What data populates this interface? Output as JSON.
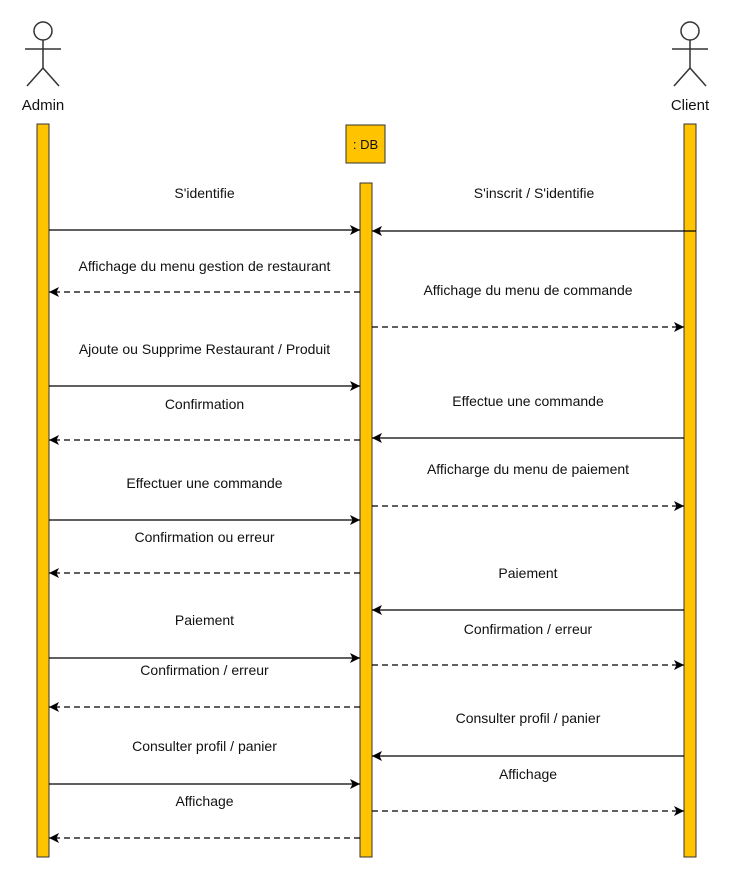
{
  "actors": {
    "admin": "Admin",
    "client": "Client"
  },
  "db": {
    "label": ": DB"
  },
  "colors": {
    "lifeline_fill": "#FFC300",
    "lifeline_stroke": "#333333",
    "line": "#000000"
  },
  "messages_admin": [
    {
      "label": "S'identifie",
      "type": "solid"
    },
    {
      "label": "Affichage du menu gestion de restaurant",
      "type": "dashed"
    },
    {
      "label": "Ajoute ou Supprime Restaurant / Produit",
      "type": "solid"
    },
    {
      "label": "Confirmation",
      "type": "dashed"
    },
    {
      "label": "Effectuer une commande",
      "type": "solid"
    },
    {
      "label": "Confirmation ou erreur",
      "type": "dashed"
    },
    {
      "label": "Paiement",
      "type": "solid"
    },
    {
      "label": "Confirmation / erreur",
      "type": "dashed"
    },
    {
      "label": "Consulter profil / panier",
      "type": "solid"
    },
    {
      "label": "Affichage",
      "type": "dashed"
    }
  ],
  "messages_client": [
    {
      "label": "S'inscrit / S'identifie",
      "type": "solid"
    },
    {
      "label": "Affichage du menu de commande",
      "type": "dashed"
    },
    {
      "label": "Effectue une commande",
      "type": "solid"
    },
    {
      "label": "Afficharge du menu de paiement",
      "type": "dashed"
    },
    {
      "label": "Paiement",
      "type": "solid"
    },
    {
      "label": "Confirmation / erreur",
      "type": "dashed"
    },
    {
      "label": "Consulter profil / panier",
      "type": "solid"
    },
    {
      "label": "Affichage",
      "type": "dashed"
    }
  ]
}
